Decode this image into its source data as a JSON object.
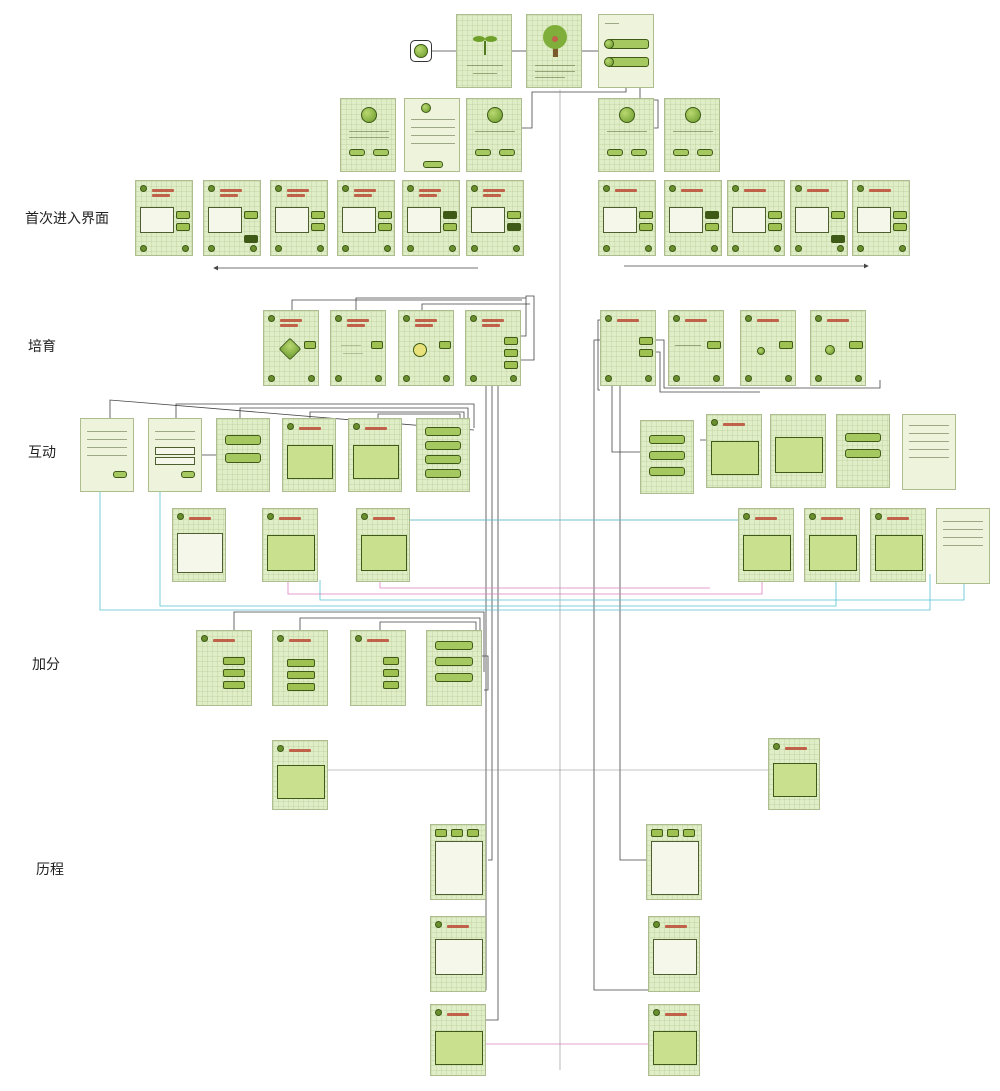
{
  "labels": {
    "first_entry": "首次进入界面",
    "cultivate": "培育",
    "interact": "互动",
    "bonus": "加分",
    "history": "历程"
  },
  "colors": {
    "screen_bg": "#dfeec6",
    "screen_border": "#aebd8f",
    "accent_green": "#9fc152",
    "bar_red": "#c0614a",
    "connector_dark": "#444444",
    "connector_cyan": "#55c1d1",
    "connector_pink": "#e07fc0"
  },
  "icons": [
    "apple-icon",
    "sprout-icon",
    "tree-icon",
    "arrow-icon"
  ]
}
